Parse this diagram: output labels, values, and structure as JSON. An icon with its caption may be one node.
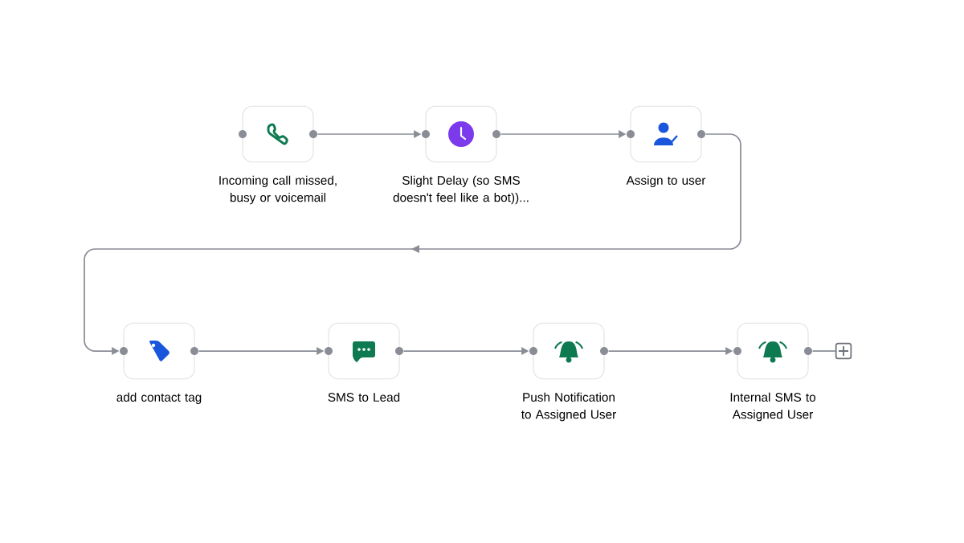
{
  "diagram": {
    "nodes": [
      {
        "text": [
          "Incoming call missed, busy or voicemail"
        ]
      },
      {
        "text": [
          "Slight Delay (so SMS doesn't feel like a bot))..."
        ]
      },
      {
        "text": [
          "Assign to user"
        ]
      },
      {
        "text": [
          "add contact tag"
        ]
      },
      {
        "text": [
          "SMS to Lead"
        ]
      },
      {
        "text": [
          "Push Notification to Assigned User"
        ]
      },
      {
        "text": [
          "Internal SMS to Assigned User"
        ]
      },
      {
        "text": [],
        "shape": "box"
      }
    ],
    "edges": [
      {
        "from": 0,
        "to": 1,
        "arrow": "to"
      },
      {
        "from": 1,
        "to": 2,
        "arrow": "to"
      },
      {
        "from": 2,
        "to": 3,
        "arrow": "to"
      },
      {
        "from": 3,
        "to": 4,
        "arrow": "to"
      },
      {
        "from": 4,
        "to": 5,
        "arrow": "to"
      },
      {
        "from": 5,
        "to": 6,
        "arrow": "to"
      },
      {
        "from": 6,
        "to": 7,
        "arrow": "none"
      }
    ]
  }
}
